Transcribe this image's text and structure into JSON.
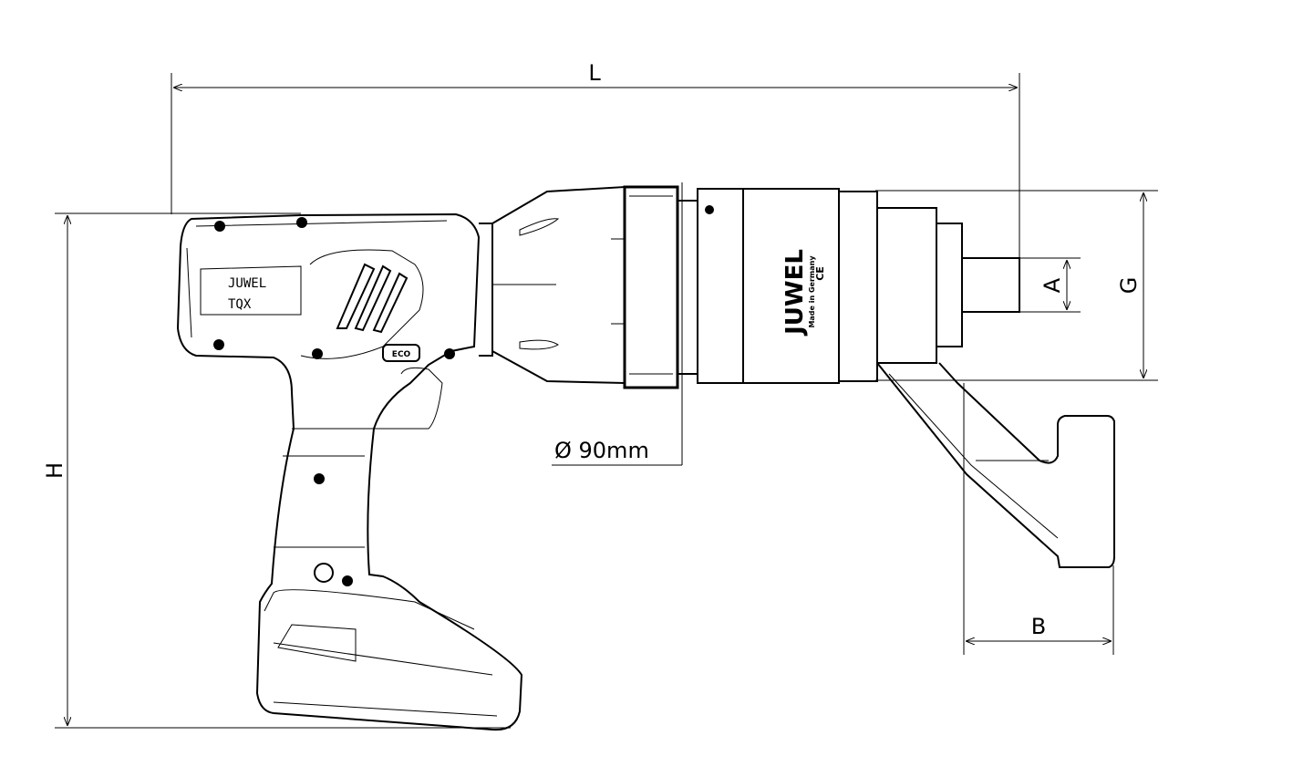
{
  "dimensions": {
    "length": "L",
    "height": "H",
    "head_height": "G",
    "square_drive": "A",
    "reaction_arm": "B",
    "diameter": "Ø 90mm"
  },
  "tool_display": {
    "line1": "JUWEL",
    "line2": "TQX"
  },
  "mode_button": "ECO",
  "head_branding": {
    "brand": "JUWEL",
    "made_in": "Made in Germany",
    "mark": "CE"
  },
  "colors": {
    "line": "#000000",
    "background": "#ffffff"
  }
}
